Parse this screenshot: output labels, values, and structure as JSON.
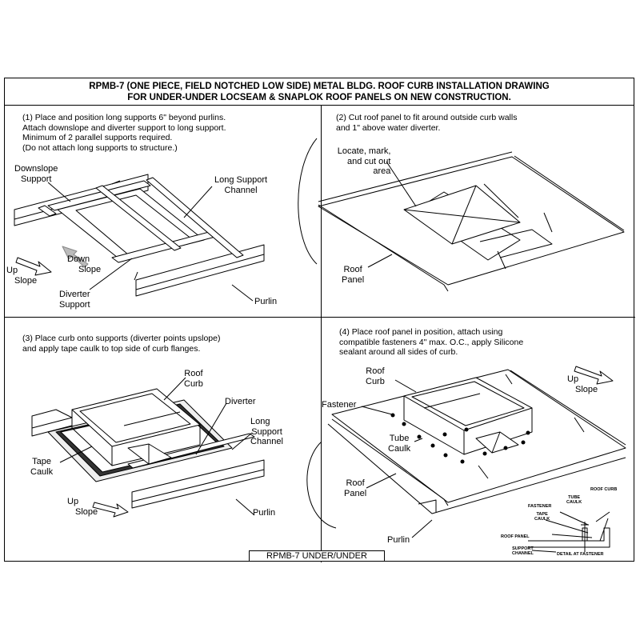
{
  "title": {
    "line1": "RPMB-7 (ONE PIECE, FIELD NOTCHED LOW SIDE) METAL BLDG. ROOF CURB INSTALLATION DRAWING",
    "line2": "FOR UNDER-UNDER LOCSEAM & SNAPLOK ROOF PANELS ON NEW CONSTRUCTION."
  },
  "panel1": {
    "step": [
      "(1) Place and position long supports 6\" beyond purlins.",
      "Attach downslope and diverter support to long support.",
      "Minimum of 2 parallel supports required.",
      "(Do not attach long supports to structure.)"
    ],
    "labels": {
      "downslope_support": [
        "Downslope",
        "Support"
      ],
      "long_support_channel": [
        "Long Support",
        "Channel"
      ],
      "down_slope": [
        "Down",
        "Slope"
      ],
      "up_slope": [
        "Up",
        "Slope"
      ],
      "diverter_support": [
        "Diverter",
        "Support"
      ],
      "purlin": "Purlin"
    }
  },
  "panel2": {
    "step": [
      "(2) Cut roof panel to fit around outside curb walls",
      "and 1\" above water diverter."
    ],
    "labels": {
      "cutout": [
        "Locate, mark,",
        "and cut out",
        "area"
      ],
      "roof_panel": [
        "Roof",
        "Panel"
      ]
    }
  },
  "panel3": {
    "step": [
      "(3) Place curb onto supports (diverter points upslope)",
      "and apply tape caulk to top side of curb flanges."
    ],
    "labels": {
      "roof_curb": [
        "Roof",
        "Curb"
      ],
      "diverter": "Diverter",
      "long_support_channel": [
        "Long",
        "Support",
        "Channel"
      ],
      "tape_caulk": [
        "Tape",
        "Caulk"
      ],
      "up_slope": [
        "Up",
        "Slope"
      ],
      "purlin": "Purlin"
    }
  },
  "panel4": {
    "step": [
      "(4) Place roof panel in position, attach using",
      "compatible fasteners 4\" max. O.C., apply Silicone",
      "sealant around all sides of curb."
    ],
    "labels": {
      "roof_curb": [
        "Roof",
        "Curb"
      ],
      "up_slope": [
        "Up",
        "Slope"
      ],
      "fastener": "Fastener",
      "tube_caulk": [
        "Tube",
        "Caulk"
      ],
      "roof_panel": [
        "Roof",
        "Panel"
      ],
      "purlin": "Purlin"
    },
    "detail": {
      "roof_curb": "ROOF CURB",
      "tube_caulk": [
        "TUBE",
        "CAULK"
      ],
      "fastener": "FASTENER",
      "tape_caulk": [
        "TAPE",
        "CAULK"
      ],
      "roof_panel": "ROOF PANEL",
      "support_channel": [
        "SUPPORT",
        "CHANNEL"
      ],
      "detail_label": "DETAIL AT FASTENER"
    }
  },
  "footer": "RPMB-7 UNDER/UNDER"
}
